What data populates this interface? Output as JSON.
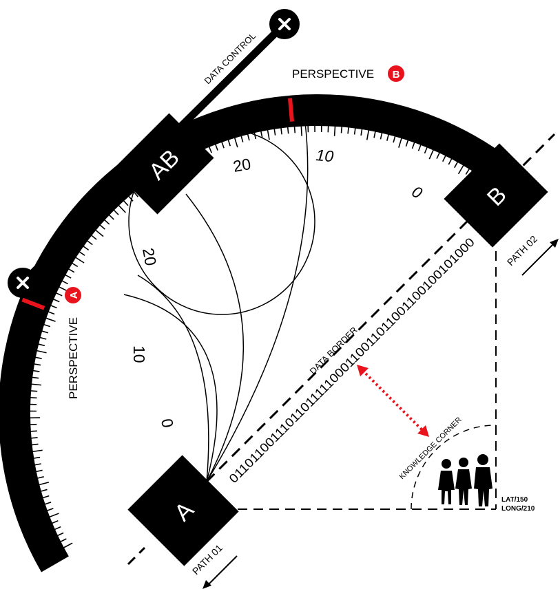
{
  "labels": {
    "data_control": "DATA CONTROL",
    "perspective_a": "PERSPECTIVE",
    "perspective_a_badge": "A",
    "perspective_b": "PERSPECTIVE",
    "perspective_b_badge": "B",
    "node_a": "A",
    "node_b": "B",
    "node_ab": "AB",
    "path_01": "PATH  01",
    "path_02": "PATH  02",
    "data_border": "DATA BORDER",
    "binary_string": "01101100111011011111000110011011001100100101000",
    "knowledge_corner": "KNOWLEDGE CORNER",
    "lat": "LAT/150",
    "long": "LONG/210"
  },
  "scale_b": {
    "tick_labels": [
      "20",
      "10",
      "0"
    ]
  },
  "scale_a": {
    "tick_labels": [
      "20",
      "10",
      "0"
    ]
  },
  "icons": {
    "close_top": "close-icon",
    "close_left": "close-icon",
    "people": "people-silhouette-icon"
  },
  "colors": {
    "ink": "#000000",
    "accent": "#e8131c",
    "paper": "#ffffff"
  }
}
